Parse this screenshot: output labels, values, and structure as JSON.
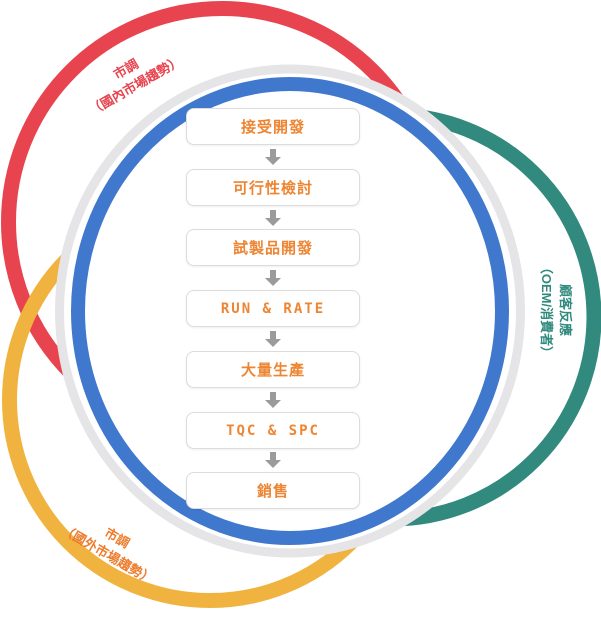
{
  "diagram": {
    "labels": {
      "red": {
        "line1": "市調",
        "line2": "（國內市場趨勢）"
      },
      "teal": {
        "line1": "顧客反應",
        "line2": "（OEM/消費者）"
      },
      "yellow": {
        "line1": "市調",
        "line2": "（國外市場趨勢）"
      }
    },
    "flow_steps": [
      "接受開發",
      "可行性檢討",
      "試製品開發",
      "RUN & RATE",
      "大量生產",
      "TQC & SPC",
      "銷售"
    ],
    "colors": {
      "red": "#E8444F",
      "teal": "#318A7D",
      "yellow": "#F1B33F",
      "blue": "#4078CE",
      "gray_ring": "#E5E5E7",
      "box_border": "#DCDCDC",
      "step_text": "#ED8532",
      "orange_label": "#ED7D2E",
      "arrow": "#9B9B9D"
    }
  }
}
